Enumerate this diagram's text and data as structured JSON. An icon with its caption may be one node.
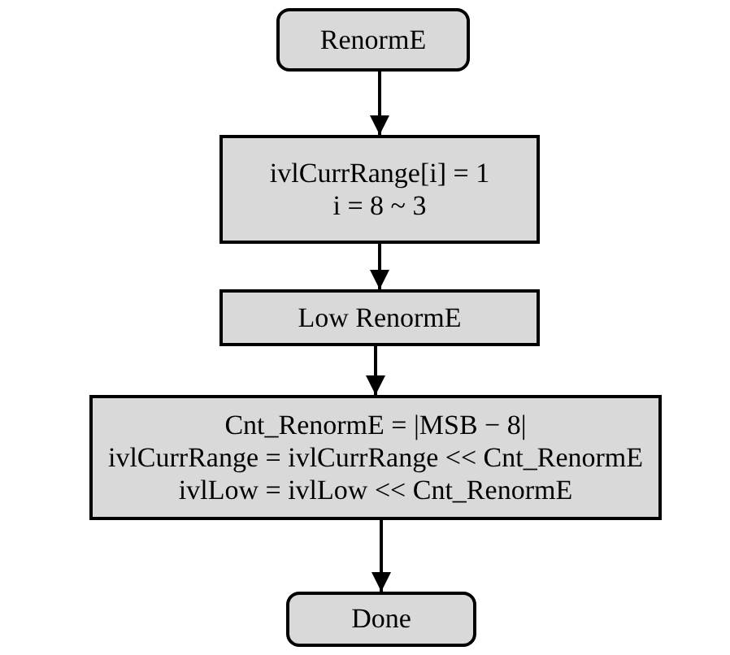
{
  "diagram": {
    "nodes": [
      {
        "text": [
          "RenormE"
        ]
      },
      {
        "text": [
          "ivlCurrRange[i] = 1",
          "i = 8 ~ 3"
        ]
      },
      {
        "text": [
          "Low RenormE"
        ]
      },
      {
        "text": [
          "Cnt_RenormE = |MSB − 8|",
          "ivlCurrRange = ivlCurrRange << Cnt_RenormE",
          "ivlLow = ivlLow << Cnt_RenormE"
        ]
      },
      {
        "text": [
          "Done"
        ]
      }
    ],
    "edges": [
      {
        "from": 0,
        "to": 1,
        "arrow": "to"
      },
      {
        "from": 1,
        "to": 2,
        "arrow": "to"
      },
      {
        "from": 2,
        "to": 3,
        "arrow": "to"
      },
      {
        "from": 3,
        "to": 4,
        "arrow": "to"
      }
    ]
  }
}
